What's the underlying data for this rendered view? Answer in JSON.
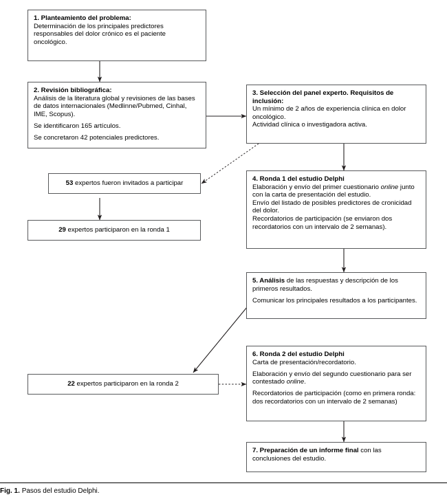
{
  "figure": {
    "caption_label": "Fig. 1.",
    "caption_text": "Pasos del estudio Delphi.",
    "colors": {
      "box_border": "#58595b",
      "line": "#231f20",
      "background": "#ffffff",
      "text": "#000000"
    }
  },
  "boxes": {
    "step1": {
      "heading": "1. Planteamiento del problema:",
      "body1": "Determinación de los principales predictores responsables del dolor crónico es el paciente oncológico."
    },
    "step2": {
      "heading": "2. Revisión bibliográfica:",
      "body1": "Análisis de la literatura global y revisiones de las bases de datos internacionales (Medlinne/Pubmed, Cinhal, IME, Scopus).",
      "body2": "Se identificaron 165 artículos.",
      "body3": "Se concretaron 42 potenciales predictores."
    },
    "step3": {
      "heading": "3. Selección del panel experto. Requisitos de inclusión:",
      "body1": "Un mínimo de 2 años de experiencia clínica en dolor oncológico.",
      "body2": "Actividad clínica o investigadora activa."
    },
    "step4": {
      "heading": "4. Ronda 1 del estudio Delphi",
      "body1_pre": "Elaboración y envío del primer cuestionario ",
      "body1_em": "online",
      "body1_post": " junto con la carta de presentación del estudio.",
      "body2": "Envío del listado de posibles predictores de cronicidad del dolor.",
      "body3": "Recordatorios de participación (se enviaron dos recordatorios con un intervalo de 2 semanas)."
    },
    "step5": {
      "heading_num": "5. Análisis",
      "heading_rest": " de las respuestas y descripción de los primeros resultados.",
      "body1": "Comunicar los principales resultados a los participantes."
    },
    "step6": {
      "heading": "6. Ronda 2 del estudio Delphi",
      "body1": "Carta de presentación/recordatorio.",
      "body2_pre": "Elaboración y envío del segundo cuestionario para ser contestado ",
      "body2_em": "online",
      "body2_post": ".",
      "body3": "Recordatorios de participación (como en primera ronda: dos recordatorios con un intervalo de 2 semanas)"
    },
    "step7": {
      "heading_num": "7. Preparación de un informe final",
      "heading_rest": " con las conclusiones del estudio."
    },
    "invited": {
      "count": "53",
      "text": " expertos fueron invitados a participar"
    },
    "round1": {
      "count": "29",
      "text": " expertos participaron en la ronda 1"
    },
    "round2": {
      "count": "22",
      "text": " expertos participaron en la ronda 2"
    }
  },
  "connectors": [
    {
      "name": "step1-to-step2",
      "style": "solid",
      "arrow": true
    },
    {
      "name": "step2-to-step3",
      "style": "solid",
      "arrow": true
    },
    {
      "name": "step3-to-invited",
      "style": "dotted",
      "arrow": true
    },
    {
      "name": "step3-to-step4",
      "style": "solid",
      "arrow": true
    },
    {
      "name": "invited-to-round1",
      "style": "solid",
      "arrow": true
    },
    {
      "name": "step4-to-step5",
      "style": "solid",
      "arrow": true
    },
    {
      "name": "step5-to-round2",
      "style": "solid",
      "arrow": true
    },
    {
      "name": "round2-to-step6",
      "style": "dotted",
      "arrow": true
    },
    {
      "name": "step6-to-step7",
      "style": "solid",
      "arrow": true
    }
  ]
}
